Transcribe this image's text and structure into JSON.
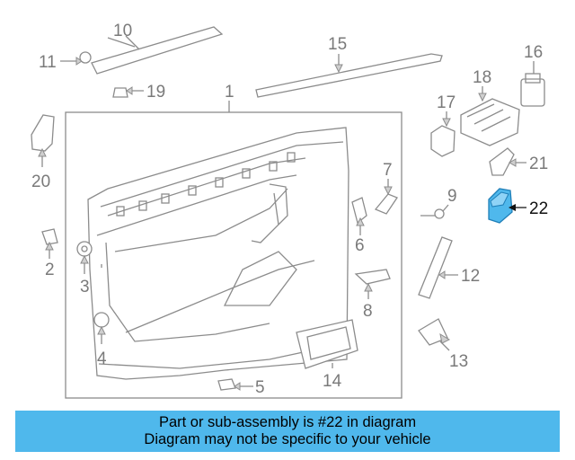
{
  "diagram": {
    "callouts": [
      {
        "id": "1",
        "label": "1"
      },
      {
        "id": "2",
        "label": "2"
      },
      {
        "id": "3",
        "label": "3"
      },
      {
        "id": "4",
        "label": "4"
      },
      {
        "id": "5",
        "label": "5"
      },
      {
        "id": "6",
        "label": "6"
      },
      {
        "id": "7",
        "label": "7"
      },
      {
        "id": "8",
        "label": "8"
      },
      {
        "id": "9",
        "label": "9"
      },
      {
        "id": "10",
        "label": "10"
      },
      {
        "id": "11",
        "label": "11"
      },
      {
        "id": "12",
        "label": "12"
      },
      {
        "id": "13",
        "label": "13"
      },
      {
        "id": "14",
        "label": "14"
      },
      {
        "id": "15",
        "label": "15"
      },
      {
        "id": "16",
        "label": "16"
      },
      {
        "id": "17",
        "label": "17"
      },
      {
        "id": "18",
        "label": "18"
      },
      {
        "id": "19",
        "label": "19"
      },
      {
        "id": "20",
        "label": "20"
      },
      {
        "id": "21",
        "label": "21"
      },
      {
        "id": "22",
        "label": "22",
        "highlighted": true
      }
    ],
    "highlight_color": "#4fb8ec"
  },
  "banner": {
    "line1": "Part or sub-assembly is #22 in diagram",
    "line2": "Diagram may not be specific to your vehicle",
    "background": "#4fb8ec"
  }
}
